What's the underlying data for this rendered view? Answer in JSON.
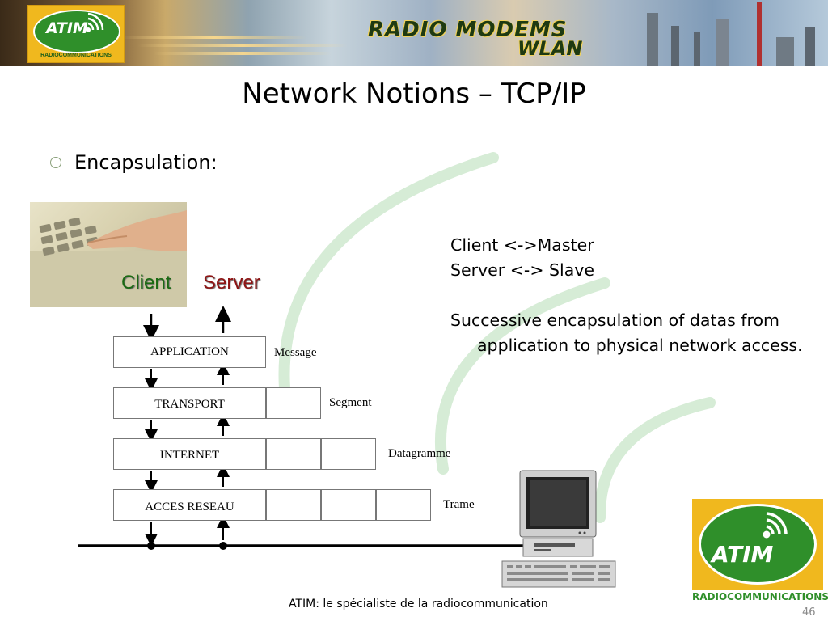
{
  "header": {
    "logo_text": "ATIM",
    "logo_subtitle": "RADIOCOMMUNICATIONS",
    "banner_title": "RADIO MODEMS",
    "banner_subtitle": "WLAN"
  },
  "slide": {
    "title": "Network Notions – TCP/IP",
    "bullet": "Encapsulation:"
  },
  "diagram": {
    "client_label": "Client",
    "server_label": "Server",
    "layers": [
      {
        "name": "APPLICATION",
        "pdu": "Message"
      },
      {
        "name": "TRANSPORT",
        "pdu": "Segment"
      },
      {
        "name": "INTERNET",
        "pdu": "Datagramme"
      },
      {
        "name": "ACCES RESEAU",
        "pdu": "Trame"
      }
    ]
  },
  "notes": {
    "line1": "Client <->Master",
    "line2": "Server <-> Slave",
    "line3": "Successive encapsulation of datas from",
    "line4": "application to physical network access."
  },
  "branding": {
    "logo_text": "ATIM",
    "logo_subtitle": "RADIOCOMMUNICATIONS"
  },
  "footer": {
    "text": "ATIM: le spécialiste de la radiocommunication",
    "page_number": "46"
  },
  "colors": {
    "accent_green": "#2f8f2a",
    "logo_yellow": "#f0b81e",
    "client_green": "#1a6a12",
    "server_red": "#8e1414",
    "arc_green": "#d6ecd6"
  }
}
